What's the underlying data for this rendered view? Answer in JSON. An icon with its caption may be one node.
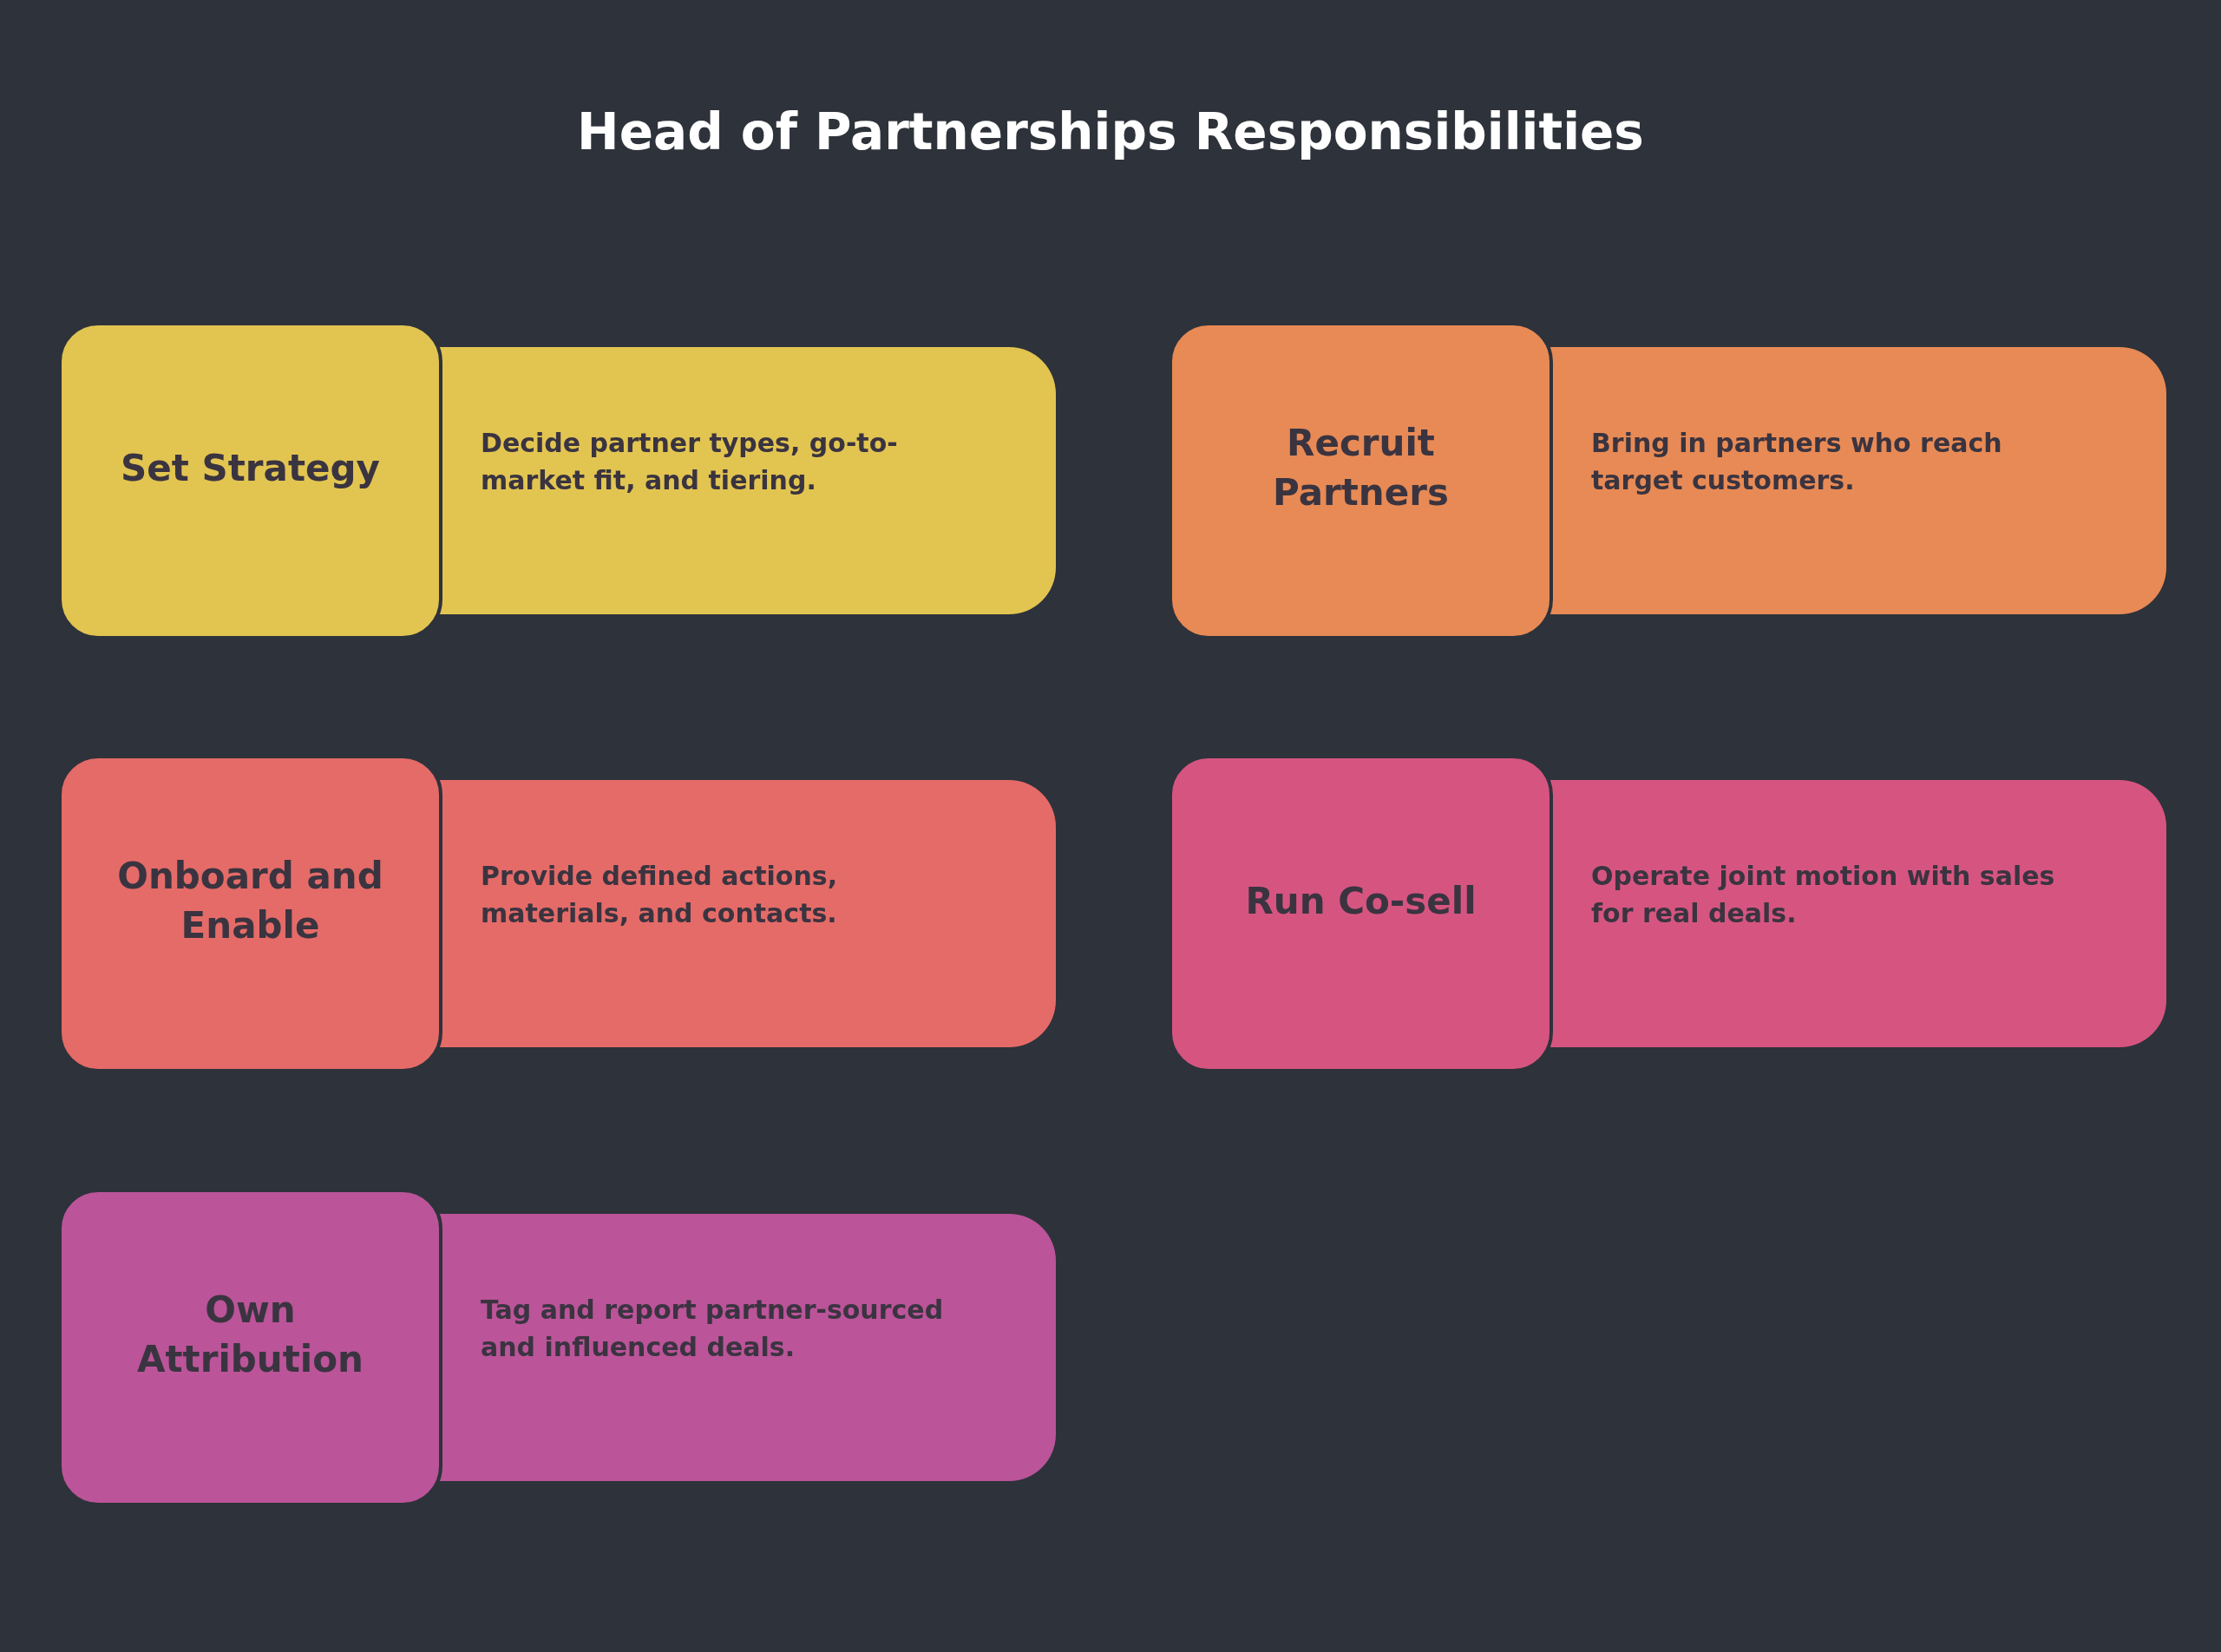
{
  "diagram": {
    "title": "Head of Partnerships Responsibilities",
    "nodes": [
      {
        "text": [
          "Set Strategy"
        ]
      },
      {
        "text": [
          "Decide partner types, go-to-market fit, and tiering."
        ]
      },
      {
        "text": [
          "Recruit Partners"
        ]
      },
      {
        "text": [
          "Bring in partners who reach target customers."
        ]
      },
      {
        "text": [
          "Onboard and Enable"
        ]
      },
      {
        "text": [
          "Provide defined actions, materials, and contacts."
        ]
      },
      {
        "text": [
          "Run Co-sell"
        ]
      },
      {
        "text": [
          "Operate joint motion with sales for real deals."
        ]
      },
      {
        "text": [
          "Own Attribution"
        ]
      },
      {
        "text": [
          "Tag and report partner-sourced and influenced deals."
        ]
      }
    ]
  }
}
